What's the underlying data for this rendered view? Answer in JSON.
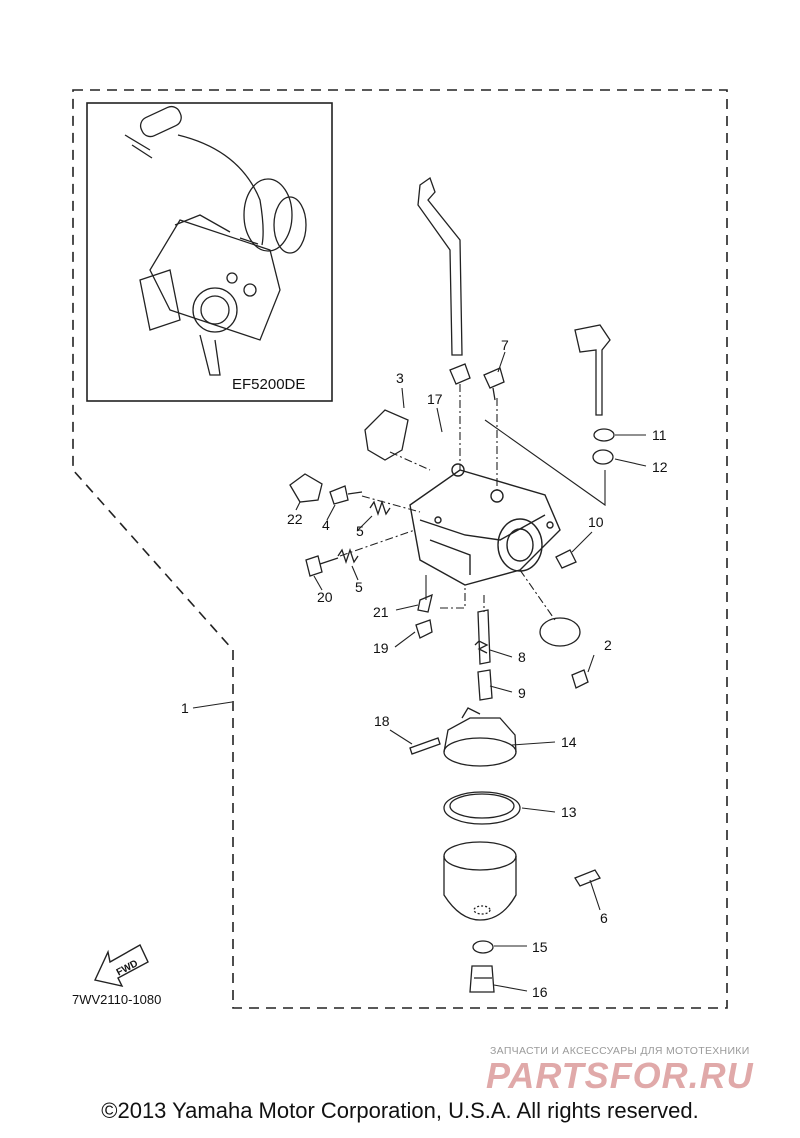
{
  "inset": {
    "model_label": "EF5200DE"
  },
  "callouts": [
    {
      "id": "c1",
      "text": "1"
    },
    {
      "id": "c2",
      "text": "2"
    },
    {
      "id": "c3",
      "text": "3"
    },
    {
      "id": "c4",
      "text": "4"
    },
    {
      "id": "c5a",
      "text": "5"
    },
    {
      "id": "c5b",
      "text": "5"
    },
    {
      "id": "c6",
      "text": "6"
    },
    {
      "id": "c7",
      "text": "7"
    },
    {
      "id": "c8",
      "text": "8"
    },
    {
      "id": "c9",
      "text": "9"
    },
    {
      "id": "c10",
      "text": "10"
    },
    {
      "id": "c11",
      "text": "11"
    },
    {
      "id": "c12",
      "text": "12"
    },
    {
      "id": "c13",
      "text": "13"
    },
    {
      "id": "c14",
      "text": "14"
    },
    {
      "id": "c15",
      "text": "15"
    },
    {
      "id": "c16",
      "text": "16"
    },
    {
      "id": "c17",
      "text": "17"
    },
    {
      "id": "c18",
      "text": "18"
    },
    {
      "id": "c19",
      "text": "19"
    },
    {
      "id": "c20",
      "text": "20"
    },
    {
      "id": "c21",
      "text": "21"
    },
    {
      "id": "c22",
      "text": "22"
    }
  ],
  "fwd_label": "FWD",
  "diagram_code": "7WV2110-1080",
  "copyright": "©2013 Yamaha Motor Corporation, U.S.A. All rights reserved.",
  "watermark": {
    "tagline": "ЗАПЧАСТИ И АКСЕССУАРЫ ДЛЯ МОТОТЕХНИКИ",
    "brand": "PARTSFOR.RU"
  }
}
